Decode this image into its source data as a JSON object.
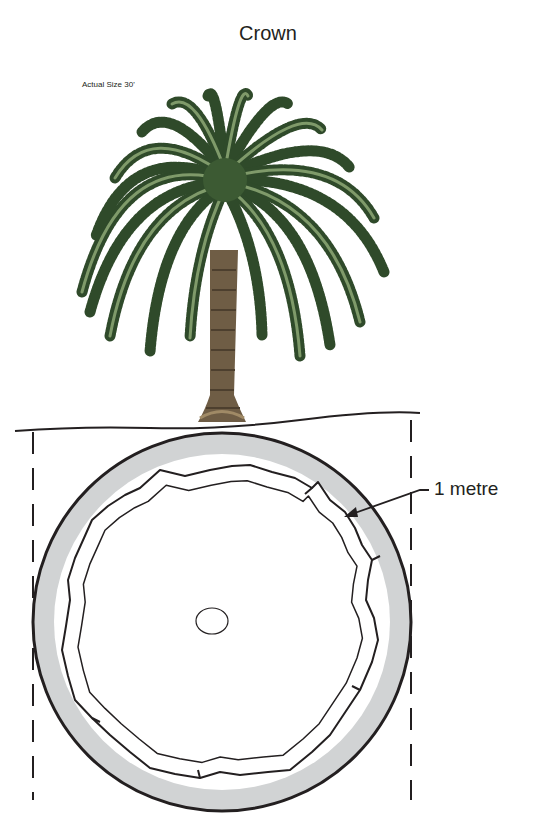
{
  "diagram": {
    "labels": [
      "Crown",
      "Actual Size 30'",
      "1 metre"
    ]
  }
}
